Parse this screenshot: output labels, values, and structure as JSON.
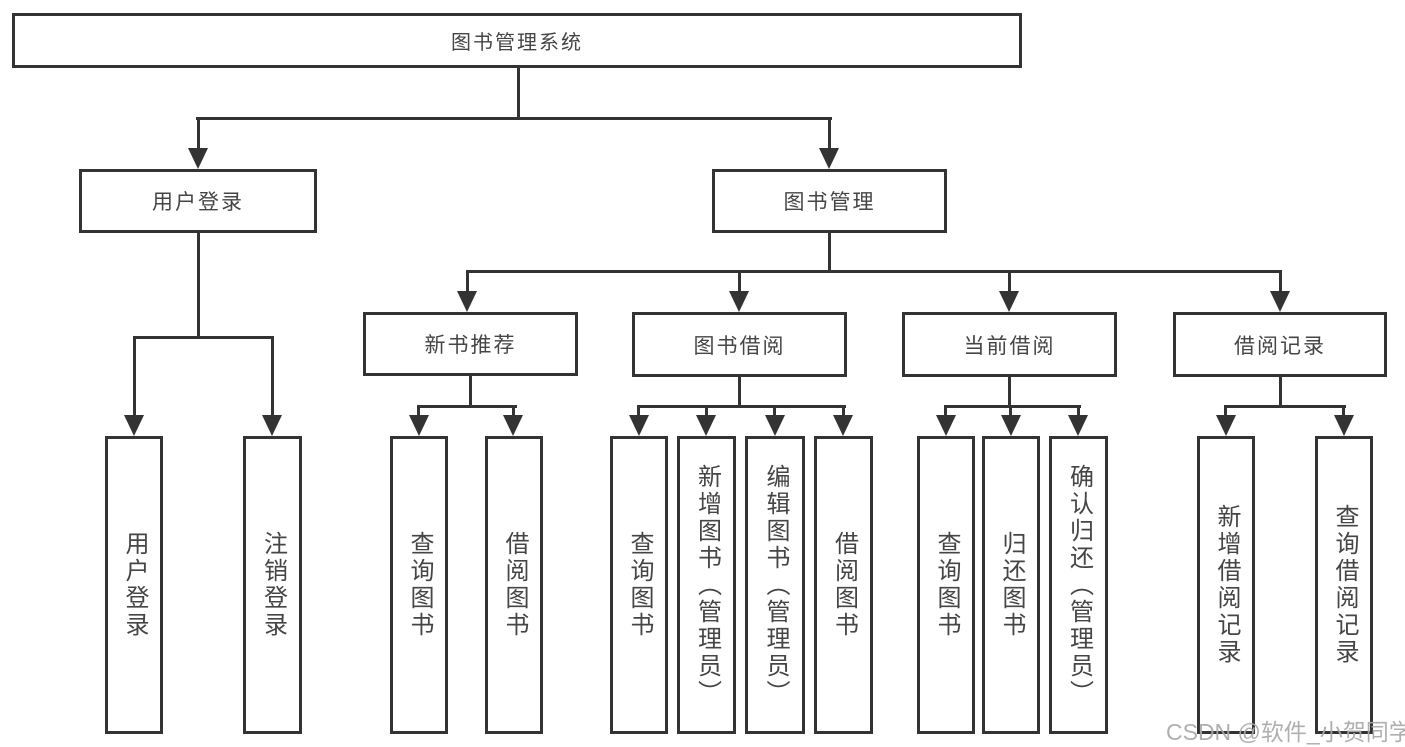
{
  "colors": {
    "line": "#333333",
    "text": "#454545",
    "box_fill": "#ffffff",
    "background": "#ffffff",
    "watermark": "#a9a9a9"
  },
  "watermark": {
    "text": "CSDN @软件_小贺同学"
  },
  "tree": {
    "root": {
      "label": "图书管理系统",
      "children": [
        {
          "label": "用户登录",
          "children": [
            {
              "label": "用户登录"
            },
            {
              "label": "注销登录"
            }
          ]
        },
        {
          "label": "图书管理",
          "children": [
            {
              "label": "新书推荐",
              "children": [
                {
                  "label": "查询图书"
                },
                {
                  "label": "借阅图书"
                }
              ]
            },
            {
              "label": "图书借阅",
              "children": [
                {
                  "label": "查询图书"
                },
                {
                  "label": "新增图书（管理员）"
                },
                {
                  "label": "编辑图书（管理员）"
                },
                {
                  "label": "借阅图书"
                }
              ]
            },
            {
              "label": "当前借阅",
              "children": [
                {
                  "label": "查询图书"
                },
                {
                  "label": "归还图书"
                },
                {
                  "label": "确认归还（管理员）"
                }
              ]
            },
            {
              "label": "借阅记录",
              "children": [
                {
                  "label": "新增借阅记录"
                },
                {
                  "label": "查询借阅记录"
                }
              ]
            }
          ]
        }
      ]
    }
  }
}
